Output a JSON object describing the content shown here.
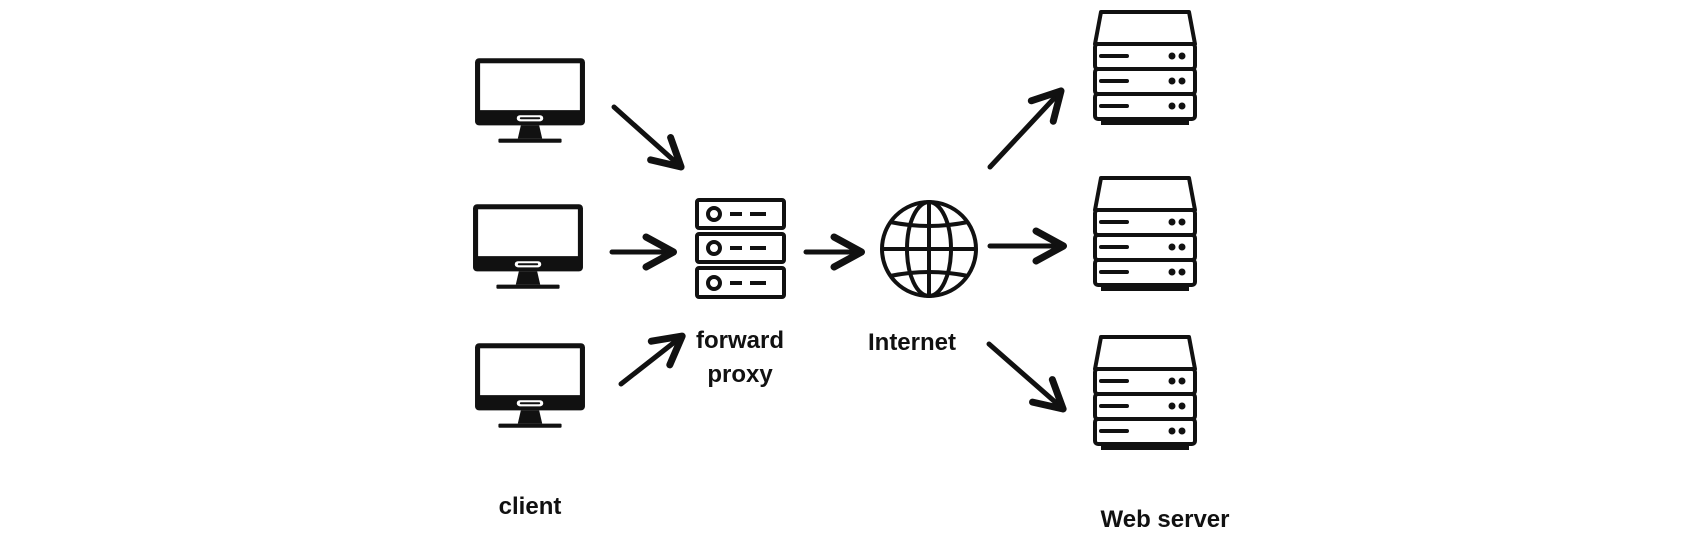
{
  "labels": {
    "client": "client",
    "forward_proxy_line1": "forward",
    "forward_proxy_line2": "proxy",
    "internet": "Internet",
    "web_server": "Web server"
  },
  "icons": {
    "client_computers": [
      "monitor-icon",
      "monitor-icon",
      "monitor-icon"
    ],
    "proxy": "proxy-server-icon",
    "internet": "globe-icon",
    "web_servers": [
      "server-rack-icon",
      "server-rack-icon",
      "server-rack-icon"
    ],
    "arrows": "arrow-icon"
  },
  "colors": {
    "ink": "#111111",
    "background": "#ffffff"
  }
}
